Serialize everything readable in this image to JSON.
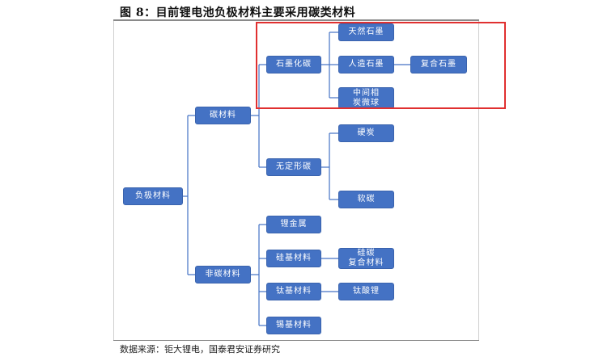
{
  "title": "图 8：目前锂电池负极材料主要采用碳类材料",
  "source": "数据来源：钜大锂电，国泰君安证券研究",
  "nodes": {
    "root": "负极材料",
    "carbon": "碳材料",
    "noncarbon": "非碳材料",
    "graphitized": "石墨化碳",
    "amorphous": "无定形碳",
    "natural_graphite": "天然石墨",
    "artificial_graphite": "人造石墨",
    "composite_graphite": "复合石墨",
    "mcmb_line1": "中间相",
    "mcmb_line2": "炭微球",
    "hard_carbon": "硬炭",
    "soft_carbon": "软碳",
    "lithium_metal": "锂金属",
    "silicon_based": "硅基材料",
    "si_c_line1": "硅碳",
    "si_c_line2": "复合材料",
    "titanium_based": "钛基材料",
    "lithium_titanate": "钛酸锂",
    "tin_based": "锡基材料"
  },
  "colors": {
    "node_fill": "#4472c4",
    "connector": "#4472c4",
    "highlight": "#e03030"
  }
}
